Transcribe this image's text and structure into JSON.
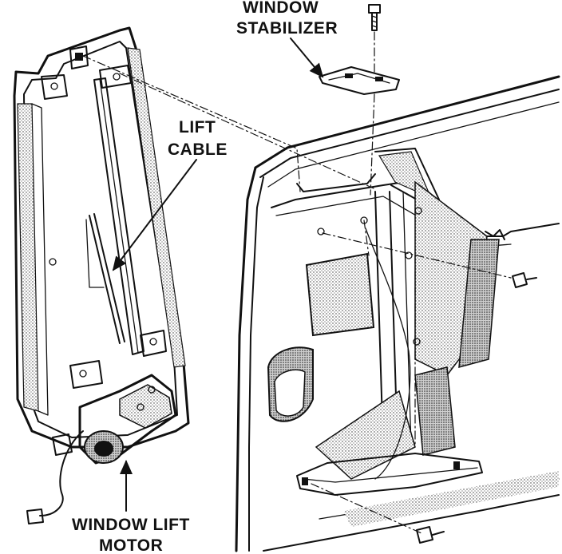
{
  "labels": {
    "window_stabilizer_line1": "WINDOW",
    "window_stabilizer_line2": "STABILIZER",
    "lift_cable_line1": "LIFT",
    "lift_cable_line2": "CABLE",
    "window_lift_motor_line1": "WINDOW LIFT",
    "window_lift_motor_line2": "MOTOR"
  },
  "colors": {
    "ink": "#111111",
    "background": "#ffffff",
    "shade": "#555555"
  }
}
